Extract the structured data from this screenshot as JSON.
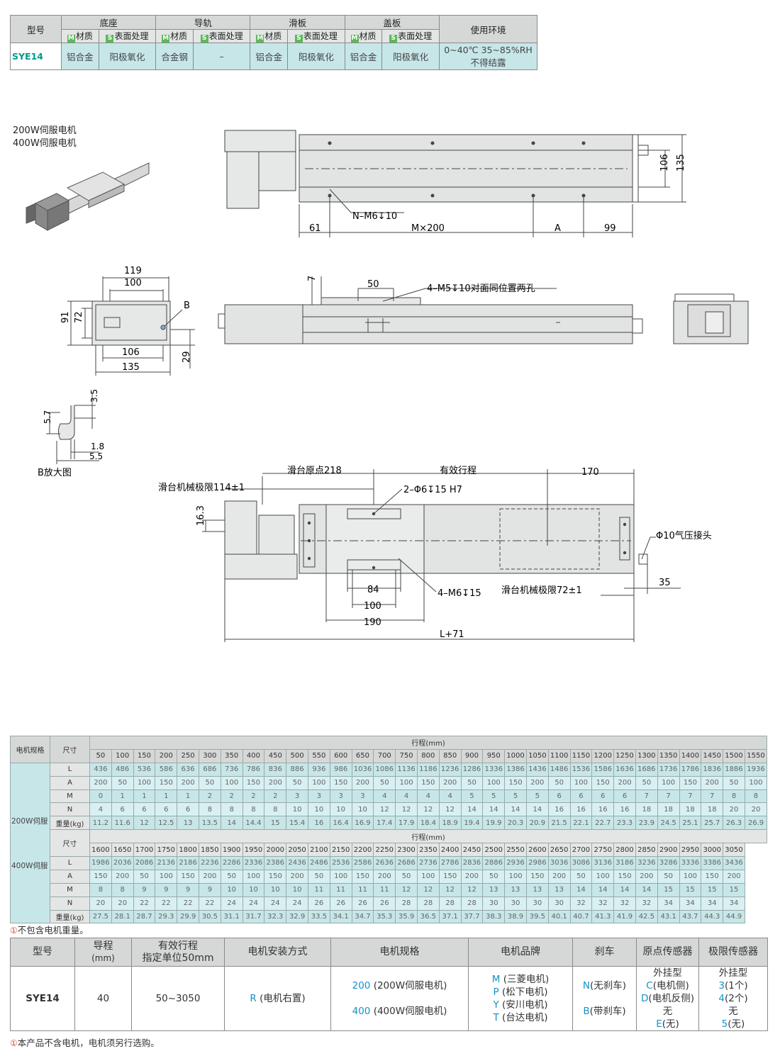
{
  "spec_table": {
    "model_header": "型号",
    "groups": [
      "底座",
      "导轨",
      "滑板",
      "盖板"
    ],
    "env_header": "使用环境",
    "sub_m": "材质",
    "sub_s": "表面处理",
    "tag_m": "M",
    "tag_s": "S",
    "model": "SYE14",
    "values": [
      "铝合金",
      "阳极氧化",
      "合金钢",
      "–",
      "铝合金",
      "阳极氧化",
      "铝合金",
      "阳极氧化"
    ],
    "env_line1": "0~40℃ 35~85%RH",
    "env_line2": "不得结露"
  },
  "motor_labels": [
    "200W伺服电机",
    "400W伺服电机"
  ],
  "drawing1": {
    "dims": {
      "d106": "106",
      "d135": "135",
      "d61": "61",
      "dM": "M×200",
      "dA": "A",
      "d99": "99"
    },
    "callout": "N–M6↧10"
  },
  "drawing2": {
    "dims": {
      "d119": "119",
      "d100": "100",
      "d91": "91",
      "d72": "72",
      "d106": "106",
      "d135": "135",
      "d29": "29",
      "B": "B"
    },
    "top": {
      "d7": "7",
      "d50": "50",
      "callout": "4–M5↧10对面同位置两孔"
    }
  },
  "detail_b": {
    "d35": "3.5",
    "d57": "5.7",
    "d18": "1.8",
    "d55": "5.5",
    "caption": "B放大图"
  },
  "drawing3": {
    "origin": "滑台原点218",
    "stroke": "有效行程",
    "d170": "170",
    "limit_left": "滑台机械极限114±1",
    "holes": "2–Φ6↧15 H7",
    "d163": "16.3",
    "air": "Φ10气压接头",
    "d84": "84",
    "d100": "100",
    "d190": "190",
    "m6": "4–M6↧15",
    "limit_right": "滑台机械极限72±1",
    "d35": "35",
    "L": "L+71"
  },
  "dim_table": {
    "motor_header": "电机规格",
    "size_header": "尺寸",
    "stroke_header": "行程(mm)",
    "motor_200": "200W伺服",
    "motor_400": "400W伺服",
    "row_labels": [
      "L",
      "A",
      "M",
      "N",
      "重量(kg)"
    ],
    "part1": {
      "strokes": [
        "50",
        "100",
        "150",
        "200",
        "250",
        "300",
        "350",
        "400",
        "450",
        "500",
        "550",
        "600",
        "650",
        "700",
        "750",
        "800",
        "850",
        "900",
        "950",
        "1000",
        "1050",
        "1100",
        "1150",
        "1200",
        "1250",
        "1300",
        "1350",
        "1400",
        "1450",
        "1500",
        "1550"
      ],
      "L": [
        "436",
        "486",
        "536",
        "586",
        "636",
        "686",
        "736",
        "786",
        "836",
        "886",
        "936",
        "986",
        "1036",
        "1086",
        "1136",
        "1186",
        "1236",
        "1286",
        "1336",
        "1386",
        "1436",
        "1486",
        "1536",
        "1586",
        "1636",
        "1686",
        "1736",
        "1786",
        "1836",
        "1886",
        "1936"
      ],
      "A": [
        "200",
        "50",
        "100",
        "150",
        "200",
        "50",
        "100",
        "150",
        "200",
        "50",
        "100",
        "150",
        "200",
        "50",
        "100",
        "150",
        "200",
        "50",
        "100",
        "150",
        "200",
        "50",
        "100",
        "150",
        "200",
        "50",
        "100",
        "150",
        "200",
        "50",
        "100"
      ],
      "M": [
        "0",
        "1",
        "1",
        "1",
        "1",
        "2",
        "2",
        "2",
        "2",
        "3",
        "3",
        "3",
        "3",
        "4",
        "4",
        "4",
        "4",
        "5",
        "5",
        "5",
        "5",
        "6",
        "6",
        "6",
        "6",
        "7",
        "7",
        "7",
        "7",
        "8",
        "8"
      ],
      "N": [
        "4",
        "6",
        "6",
        "6",
        "6",
        "8",
        "8",
        "8",
        "8",
        "10",
        "10",
        "10",
        "10",
        "12",
        "12",
        "12",
        "12",
        "14",
        "14",
        "14",
        "14",
        "16",
        "16",
        "16",
        "16",
        "18",
        "18",
        "18",
        "18",
        "20",
        "20"
      ],
      "W": [
        "11.2",
        "11.6",
        "12",
        "12.5",
        "13",
        "13.5",
        "14",
        "14.4",
        "15",
        "15.4",
        "16",
        "16.4",
        "16.9",
        "17.4",
        "17.9",
        "18.4",
        "18.9",
        "19.4",
        "19.9",
        "20.3",
        "20.9",
        "21.5",
        "22.1",
        "22.7",
        "23.3",
        "23.9",
        "24.5",
        "25.1",
        "25.7",
        "26.3",
        "26.9"
      ]
    },
    "part2": {
      "strokes": [
        "1600",
        "1650",
        "1700",
        "1750",
        "1800",
        "1850",
        "1900",
        "1950",
        "2000",
        "2050",
        "2100",
        "2150",
        "2200",
        "2250",
        "2300",
        "2350",
        "2400",
        "2450",
        "2500",
        "2550",
        "2600",
        "2650",
        "2700",
        "2750",
        "2800",
        "2850",
        "2900",
        "2950",
        "3000",
        "3050"
      ],
      "L": [
        "1986",
        "2036",
        "2086",
        "2136",
        "2186",
        "2236",
        "2286",
        "2336",
        "2386",
        "2436",
        "2486",
        "2536",
        "2586",
        "2636",
        "2686",
        "2736",
        "2786",
        "2836",
        "2886",
        "2936",
        "2986",
        "3036",
        "3086",
        "3136",
        "3186",
        "3236",
        "3286",
        "3336",
        "3386",
        "3436"
      ],
      "A": [
        "150",
        "200",
        "50",
        "100",
        "150",
        "200",
        "50",
        "100",
        "150",
        "200",
        "50",
        "100",
        "150",
        "200",
        "50",
        "100",
        "150",
        "200",
        "50",
        "100",
        "150",
        "200",
        "50",
        "100",
        "150",
        "200",
        "50",
        "100",
        "150",
        "200"
      ],
      "M": [
        "8",
        "8",
        "9",
        "9",
        "9",
        "9",
        "10",
        "10",
        "10",
        "10",
        "11",
        "11",
        "11",
        "11",
        "12",
        "12",
        "12",
        "12",
        "13",
        "13",
        "13",
        "13",
        "14",
        "14",
        "14",
        "14",
        "15",
        "15",
        "15",
        "15"
      ],
      "N": [
        "20",
        "20",
        "22",
        "22",
        "22",
        "22",
        "24",
        "24",
        "24",
        "24",
        "26",
        "26",
        "26",
        "26",
        "28",
        "28",
        "28",
        "28",
        "30",
        "30",
        "30",
        "30",
        "32",
        "32",
        "32",
        "32",
        "34",
        "34",
        "34",
        "34"
      ],
      "W": [
        "27.5",
        "28.1",
        "28.7",
        "29.3",
        "29.9",
        "30.5",
        "31.1",
        "31.7",
        "32.3",
        "32.9",
        "33.5",
        "34.1",
        "34.7",
        "35.3",
        "35.9",
        "36.5",
        "37.1",
        "37.7",
        "38.3",
        "38.9",
        "39.5",
        "40.1",
        "40.7",
        "41.3",
        "41.9",
        "42.5",
        "43.1",
        "43.7",
        "44.3",
        "44.9"
      ]
    }
  },
  "note1": "不包含电机重量。",
  "order_table": {
    "headers": [
      "型号",
      "导程",
      "(mm)",
      "有效行程",
      "指定单位50mm",
      "电机安装方式",
      "电机规格",
      "电机品牌",
      "刹车",
      "原点传感器",
      "极限传感器"
    ],
    "model": "SYE14",
    "lead": "40",
    "stroke": "50~3050",
    "mount_code": "R",
    "mount_text": " (电机右置)",
    "motor1_code": "200",
    "motor1_text": " (200W伺服电机)",
    "motor2_code": "400",
    "motor2_text": " (400W伺服电机)",
    "brands": [
      {
        "code": "M",
        "text": " (三菱电机)"
      },
      {
        "code": "P",
        "text": " (松下电机)"
      },
      {
        "code": "Y",
        "text": " (安川电机)"
      },
      {
        "code": "T",
        "text": " (台达电机)"
      }
    ],
    "brake1_code": "N",
    "brake1_text": "(无刹车)",
    "brake2_code": "B",
    "brake2_text": "(带刹车)",
    "origin_l1": "外挂型",
    "origin_c_code": "C",
    "origin_c_text": "(电机侧)",
    "origin_d_code": "D",
    "origin_d_text": "(电机反侧)",
    "origin_none": "无",
    "origin_e_code": "E",
    "origin_e_text": "(无)",
    "limit_l1": "外挂型",
    "limit_3_code": "3",
    "limit_3_text": "(1个)",
    "limit_4_code": "4",
    "limit_4_text": "(2个)",
    "limit_none": "无",
    "limit_5_code": "5",
    "limit_5_text": "(无)"
  },
  "note2": "本产品不含电机，电机须另行选购。",
  "note_icon": "①",
  "colors": {
    "accent": "#009a8c",
    "code": "#1592c8",
    "cell": "#c7e6e8",
    "header": "#d6d8d8"
  }
}
